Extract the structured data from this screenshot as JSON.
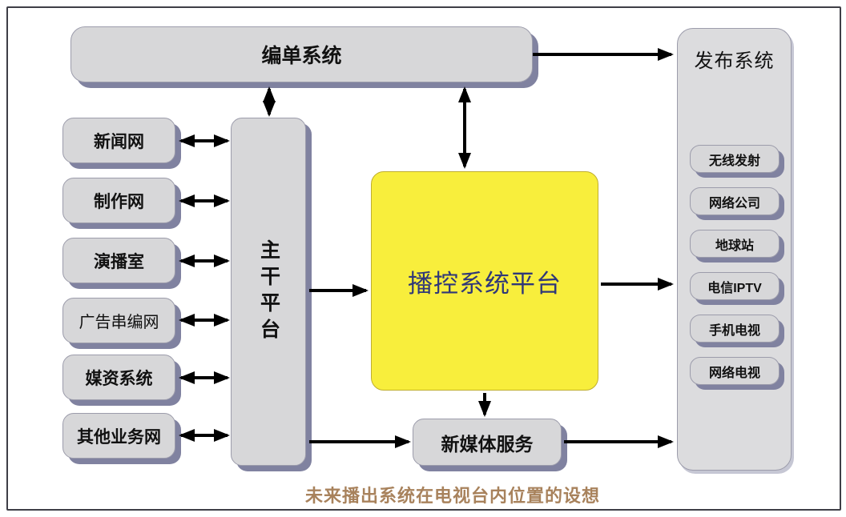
{
  "colors": {
    "canvas": "#ffffff",
    "frame-border": "#3e3e46",
    "box-gray": "#d7d7d9",
    "panel-gray": "#dcdcde",
    "box-border": "#9c9cab",
    "shadow": "#8082a0",
    "yellow": "#f8ee3c",
    "yellow-border": "#bfae2e",
    "yellow-text": "#2f3779",
    "arrow": "#000000",
    "caption": "#a8825c",
    "text": "#111111"
  },
  "nodes": {
    "scheduling": {
      "label": "编单系统"
    },
    "publishing": {
      "label": "发布系统"
    },
    "backbone": {
      "label": "主干平台"
    },
    "broadcast_control": {
      "label": "播控系统平台"
    },
    "new_media": {
      "label": "新媒体服务"
    }
  },
  "left_nodes": [
    {
      "label": "新闻网"
    },
    {
      "label": "制作网"
    },
    {
      "label": "演播室"
    },
    {
      "label": "广告串编网"
    },
    {
      "label": "媒资系统"
    },
    {
      "label": "其他业务网"
    }
  ],
  "publish_channels": [
    {
      "label": "无线发射"
    },
    {
      "label": "网络公司"
    },
    {
      "label": "地球站"
    },
    {
      "label": "电信IPTV"
    },
    {
      "label": "手机电视"
    },
    {
      "label": "网络电视"
    }
  ],
  "caption": "未来播出系统在电视台内位置的设想"
}
